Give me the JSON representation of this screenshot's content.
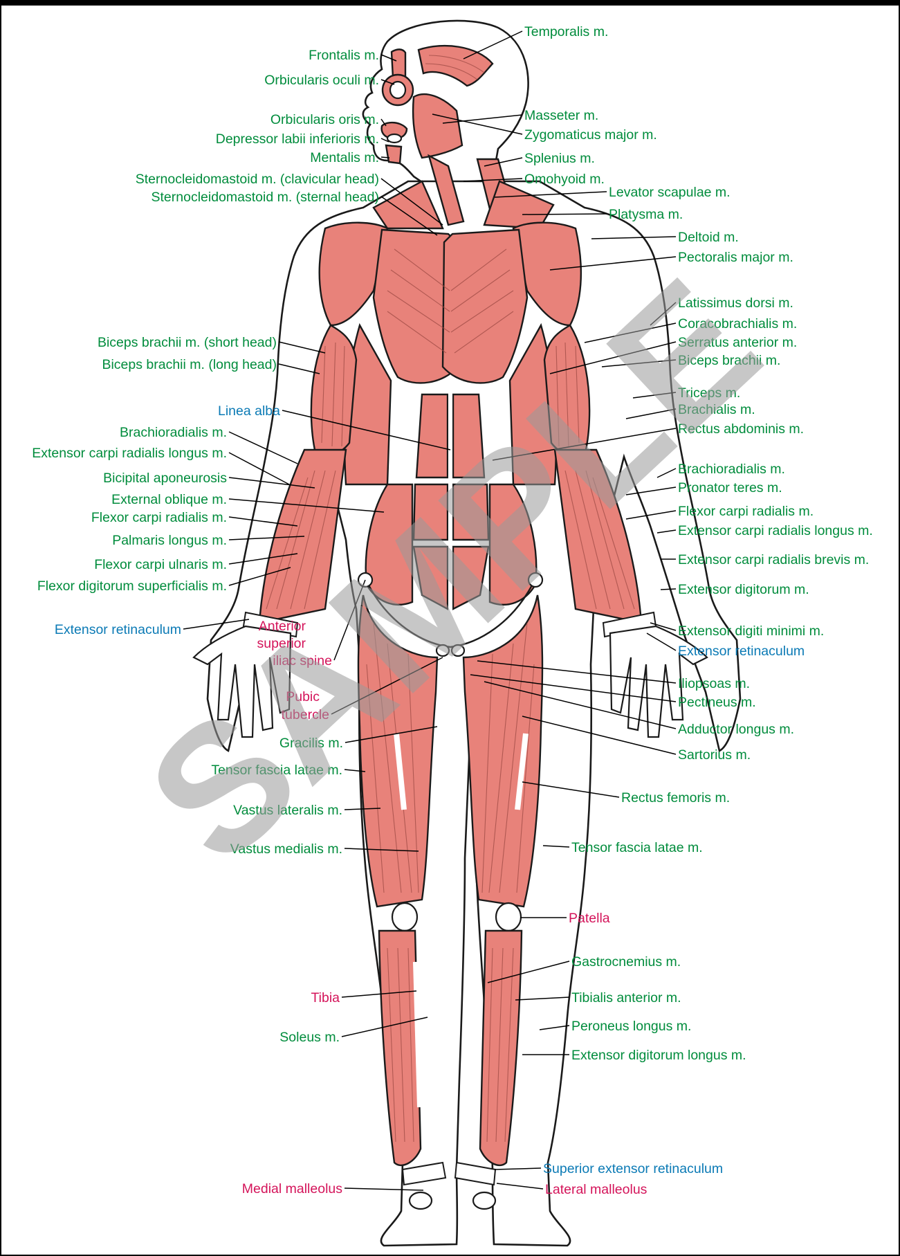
{
  "colors": {
    "muscle": "#008c3c",
    "bone_landmark": "#d4145a",
    "connective": "#0b7ab5",
    "muscle_fill": "#e8827a",
    "watermark": "#9a9a9a"
  },
  "watermark": "SAMPLE",
  "labels_left": [
    {
      "id": "frontalis",
      "text": "Frontalis m.",
      "color": "muscle"
    },
    {
      "id": "orbicularis-oculi",
      "text": "Orbicularis oculi m.",
      "color": "muscle"
    },
    {
      "id": "orbicularis-oris",
      "text": "Orbicularis oris m.",
      "color": "muscle"
    },
    {
      "id": "depressor-labii",
      "text": "Depressor labii inferioris m.",
      "color": "muscle"
    },
    {
      "id": "mentalis",
      "text": "Mentalis m.",
      "color": "muscle"
    },
    {
      "id": "scm-clavicular",
      "text": "Sternocleidomastoid m. (clavicular head)",
      "color": "muscle"
    },
    {
      "id": "scm-sternal",
      "text": "Sternocleidomastoid m. (sternal head)",
      "color": "muscle"
    },
    {
      "id": "biceps-short",
      "text": "Biceps brachii m. (short head)",
      "color": "muscle"
    },
    {
      "id": "biceps-long",
      "text": "Biceps brachii m. (long head)",
      "color": "muscle"
    },
    {
      "id": "linea-alba",
      "text": "Linea alba",
      "color": "connective"
    },
    {
      "id": "brachioradialis-l",
      "text": "Brachioradialis m.",
      "color": "muscle"
    },
    {
      "id": "ecrl-l",
      "text": "Extensor carpi radialis longus m.",
      "color": "muscle"
    },
    {
      "id": "bicipital-aponeurosis",
      "text": "Bicipital aponeurosis",
      "color": "muscle"
    },
    {
      "id": "external-oblique",
      "text": "External oblique m.",
      "color": "muscle"
    },
    {
      "id": "fcr-l",
      "text": "Flexor carpi radialis m.",
      "color": "muscle"
    },
    {
      "id": "palmaris-longus",
      "text": "Palmaris longus m.",
      "color": "muscle"
    },
    {
      "id": "fcu",
      "text": "Flexor carpi ulnaris m.",
      "color": "muscle"
    },
    {
      "id": "fds",
      "text": "Flexor digitorum superficialis m.",
      "color": "muscle"
    },
    {
      "id": "extensor-retinaculum-l",
      "text": "Extensor retinaculum",
      "color": "connective"
    },
    {
      "id": "asis-1",
      "text": "Anterior",
      "color": "bone_landmark"
    },
    {
      "id": "asis-2",
      "text": "superior",
      "color": "bone_landmark"
    },
    {
      "id": "asis-3",
      "text": "iliac spine",
      "color": "bone_landmark"
    },
    {
      "id": "pubic-1",
      "text": "Pubic",
      "color": "bone_landmark"
    },
    {
      "id": "pubic-2",
      "text": "tubercle",
      "color": "bone_landmark"
    },
    {
      "id": "gracilis",
      "text": "Gracilis m.",
      "color": "muscle"
    },
    {
      "id": "tfl-l",
      "text": "Tensor fascia latae m.",
      "color": "muscle"
    },
    {
      "id": "vastus-lateralis",
      "text": "Vastus lateralis m.",
      "color": "muscle"
    },
    {
      "id": "vastus-medialis",
      "text": "Vastus medialis m.",
      "color": "muscle"
    },
    {
      "id": "tibia",
      "text": "Tibia",
      "color": "bone_landmark"
    },
    {
      "id": "soleus",
      "text": "Soleus m.",
      "color": "muscle"
    },
    {
      "id": "medial-malleolus",
      "text": "Medial malleolus",
      "color": "bone_landmark"
    }
  ],
  "labels_right": [
    {
      "id": "temporalis",
      "text": "Temporalis m.",
      "color": "muscle"
    },
    {
      "id": "masseter",
      "text": "Masseter m.",
      "color": "muscle"
    },
    {
      "id": "zygomaticus",
      "text": "Zygomaticus major m.",
      "color": "muscle"
    },
    {
      "id": "splenius",
      "text": "Splenius m.",
      "color": "muscle"
    },
    {
      "id": "omohyoid",
      "text": "Omohyoid m.",
      "color": "muscle"
    },
    {
      "id": "levator-scapulae",
      "text": "Levator scapulae m.",
      "color": "muscle"
    },
    {
      "id": "platysma",
      "text": "Platysma m.",
      "color": "muscle"
    },
    {
      "id": "deltoid",
      "text": "Deltoid m.",
      "color": "muscle"
    },
    {
      "id": "pectoralis-major",
      "text": "Pectoralis major m.",
      "color": "muscle"
    },
    {
      "id": "latissimus",
      "text": "Latissimus dorsi m.",
      "color": "muscle"
    },
    {
      "id": "coracobrachialis",
      "text": "Coracobrachialis m.",
      "color": "muscle"
    },
    {
      "id": "serratus",
      "text": "Serratus anterior m.",
      "color": "muscle"
    },
    {
      "id": "biceps-r",
      "text": "Biceps brachii m.",
      "color": "muscle"
    },
    {
      "id": "triceps",
      "text": "Triceps m.",
      "color": "muscle"
    },
    {
      "id": "brachialis",
      "text": "Brachialis m.",
      "color": "muscle"
    },
    {
      "id": "rectus-abdominis",
      "text": "Rectus abdominis m.",
      "color": "muscle"
    },
    {
      "id": "brachioradialis-r",
      "text": "Brachioradialis m.",
      "color": "muscle"
    },
    {
      "id": "pronator-teres",
      "text": "Pronator teres m.",
      "color": "muscle"
    },
    {
      "id": "fcr-r",
      "text": "Flexor carpi radialis m.",
      "color": "muscle"
    },
    {
      "id": "ecrl-r",
      "text": "Extensor carpi radialis longus m.",
      "color": "muscle"
    },
    {
      "id": "ecrb",
      "text": "Extensor carpi radialis brevis m.",
      "color": "muscle"
    },
    {
      "id": "ext-digitorum",
      "text": "Extensor digitorum m.",
      "color": "muscle"
    },
    {
      "id": "ext-digiti-minimi",
      "text": "Extensor digiti minimi m.",
      "color": "muscle"
    },
    {
      "id": "extensor-retinaculum-r",
      "text": "Extensor retinaculum",
      "color": "connective"
    },
    {
      "id": "iliopsoas",
      "text": "Iliopsoas m.",
      "color": "muscle"
    },
    {
      "id": "pectineus",
      "text": "Pectineus m.",
      "color": "muscle"
    },
    {
      "id": "adductor-longus",
      "text": "Adductor longus m.",
      "color": "muscle"
    },
    {
      "id": "sartorius",
      "text": "Sartorius m.",
      "color": "muscle"
    },
    {
      "id": "rectus-femoris",
      "text": "Rectus femoris m.",
      "color": "muscle"
    },
    {
      "id": "tfl-r",
      "text": "Tensor fascia latae m.",
      "color": "muscle"
    },
    {
      "id": "patella",
      "text": "Patella",
      "color": "bone_landmark"
    },
    {
      "id": "gastrocnemius",
      "text": "Gastrocnemius m.",
      "color": "muscle"
    },
    {
      "id": "tibialis-anterior",
      "text": "Tibialis anterior m.",
      "color": "muscle"
    },
    {
      "id": "peroneus-longus",
      "text": "Peroneus longus m.",
      "color": "muscle"
    },
    {
      "id": "ext-digitorum-longus",
      "text": "Extensor digitorum longus m.",
      "color": "muscle"
    },
    {
      "id": "sup-ext-retinaculum",
      "text": "Superior extensor retinaculum",
      "color": "connective"
    },
    {
      "id": "lateral-malleolus",
      "text": "Lateral malleolus",
      "color": "bone_landmark"
    }
  ]
}
